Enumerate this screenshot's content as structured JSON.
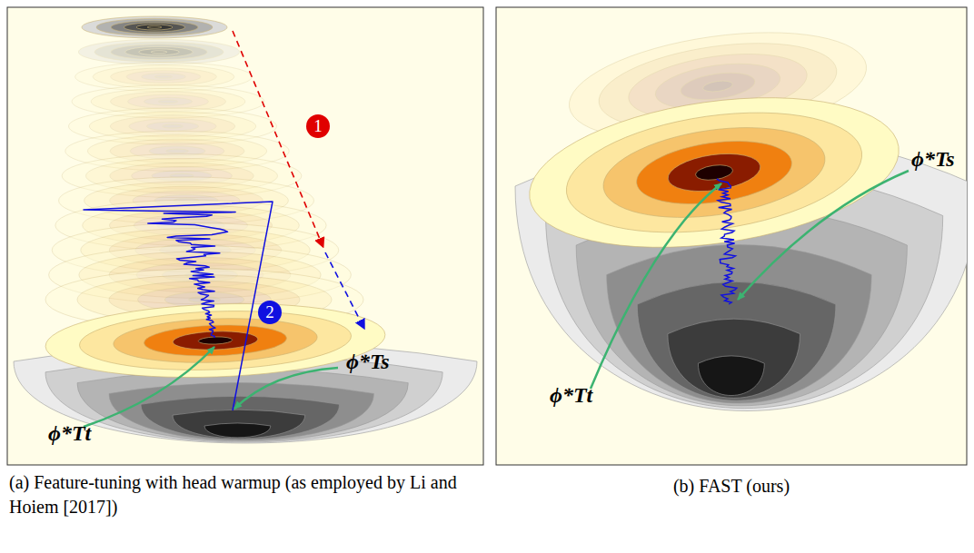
{
  "diagram": {
    "labels": [
      "1",
      "2",
      "ϕ*Ts",
      "ϕ*Tt",
      "ϕ*Ts",
      "ϕ*Tt",
      "(a) Feature-tuning with head warmup (as employed by Li and Hoiem [2017])",
      "(b) FAST (ours)"
    ]
  }
}
